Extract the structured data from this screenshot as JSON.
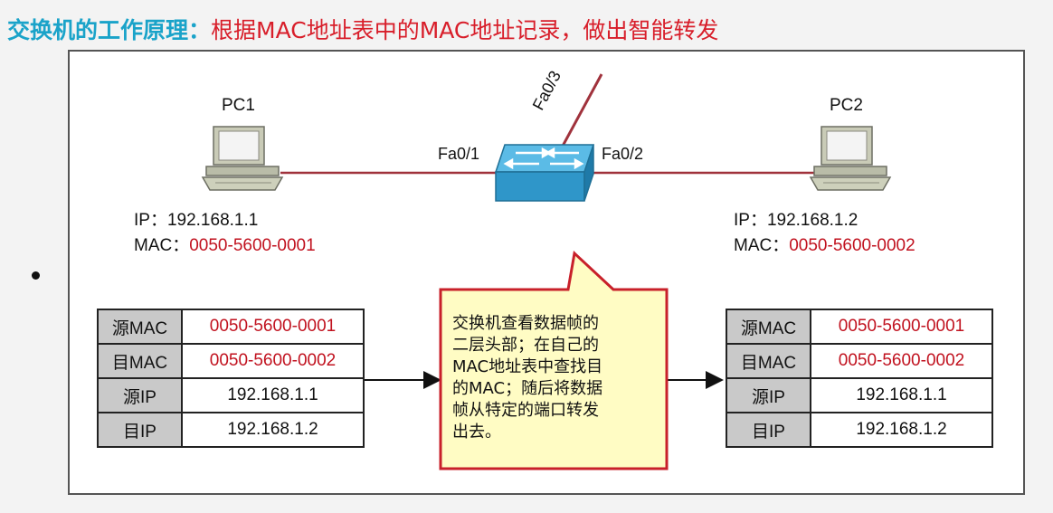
{
  "title": {
    "prefix": "交换机的工作原理：",
    "rest": "根据MAC地址表中的MAC地址记录，做出智能转发"
  },
  "pc1": {
    "name": "PC1",
    "ip_label": "IP：",
    "ip": "192.168.1.1",
    "mac_label": "MAC：",
    "mac": "0050-5600-0001"
  },
  "pc2": {
    "name": "PC2",
    "ip_label": "IP：",
    "ip": "192.168.1.2",
    "mac_label": "MAC：",
    "mac": "0050-5600-0002"
  },
  "switch": {
    "ports": [
      "Fa0/1",
      "Fa0/2",
      "Fa0/3"
    ]
  },
  "frame_left": {
    "rows": [
      {
        "key": "源MAC",
        "value": "0050-5600-0001"
      },
      {
        "key": "目MAC",
        "value": "0050-5600-0002"
      },
      {
        "key": "源IP",
        "value": "192.168.1.1"
      },
      {
        "key": "目IP",
        "value": "192.168.1.2"
      }
    ]
  },
  "frame_right": {
    "rows": [
      {
        "key": "源MAC",
        "value": "0050-5600-0001"
      },
      {
        "key": "目MAC",
        "value": "0050-5600-0002"
      },
      {
        "key": "源IP",
        "value": "192.168.1.1"
      },
      {
        "key": "目IP",
        "value": "192.168.1.2"
      }
    ]
  },
  "callout": {
    "lines": [
      "交换机查看数据帧的",
      "二层头部；在自己的",
      "MAC地址表中查找目",
      "的MAC；随后将数据",
      "帧从特定的端口转发",
      "出去。"
    ]
  },
  "colors": {
    "title_accent": "#1aa3c9",
    "title_red": "#d81e2a",
    "link": "#a0323c",
    "mac_red": "#c1121f",
    "switch_blue": "#3aa6d8",
    "callout_fill": "#fffcc4",
    "callout_border": "#c8202a"
  }
}
